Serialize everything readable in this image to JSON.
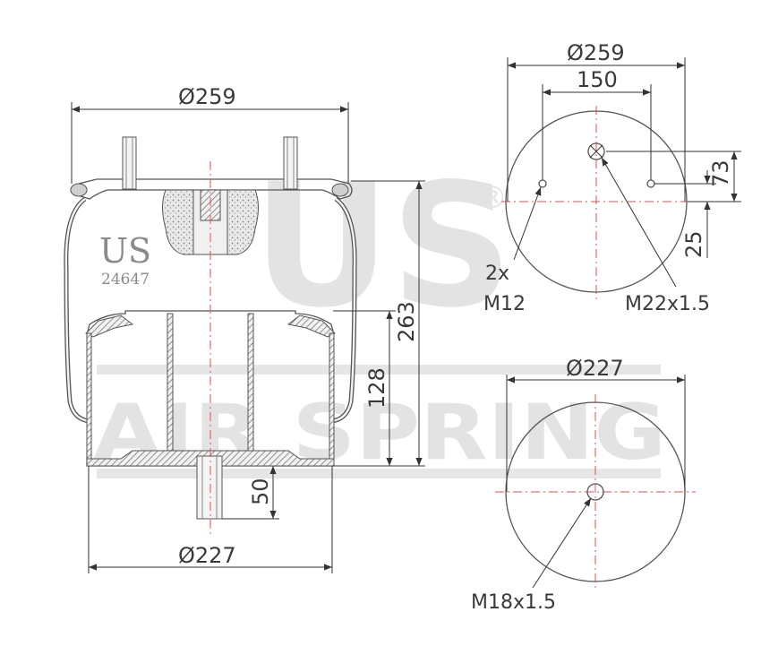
{
  "watermark": {
    "logo": "US",
    "registered": "®",
    "text": "AIR SPRING"
  },
  "side_view": {
    "brand": "US",
    "part_number": "24647",
    "dims": {
      "top_diameter": "Ø259",
      "bottom_diameter": "Ø227",
      "height": "263",
      "piston_height": "128",
      "stud_length": "50"
    }
  },
  "top_view": {
    "dims": {
      "diameter": "Ø259",
      "bolt_spacing": "150",
      "offset_73": "73",
      "offset_25": "25"
    },
    "callouts": {
      "studs_count": "2x",
      "studs_thread": "M12",
      "air_fitting": "M22x1.5"
    }
  },
  "bottom_view": {
    "dims": {
      "diameter": "Ø227"
    },
    "callouts": {
      "stud_thread": "M18x1.5"
    }
  },
  "colors": {
    "line": "#555555",
    "centerline": "#d9534f",
    "watermark": "#e3e3e3",
    "hatch": "#777777"
  }
}
